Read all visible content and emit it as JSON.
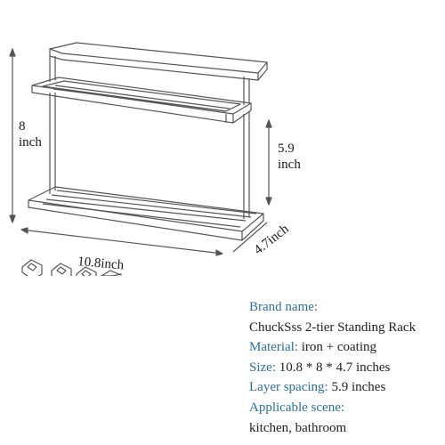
{
  "dimensions": {
    "height": {
      "value": "8",
      "unit": "inch"
    },
    "layer_spacing": {
      "value": "5.9",
      "unit": "inch"
    },
    "width": "10.8inch",
    "depth": "4.7inch"
  },
  "specs": {
    "brand_label": "Brand name:",
    "brand_value": "ChuckSss 2-tier Standing Rack",
    "material_label": "Material:",
    "material_value": "iron + coating",
    "size_label": "Size:",
    "size_value": "10.8 * 8 * 4.7 inches",
    "spacing_label": "Layer spacing:",
    "spacing_value": "5.9 inches",
    "scene_label": "Applicable scene:",
    "scene_value": "kitchen, bathroom"
  },
  "colors": {
    "label": "#2b6f9e",
    "text": "#222222",
    "line": "#555555"
  },
  "accessory_count": 4
}
